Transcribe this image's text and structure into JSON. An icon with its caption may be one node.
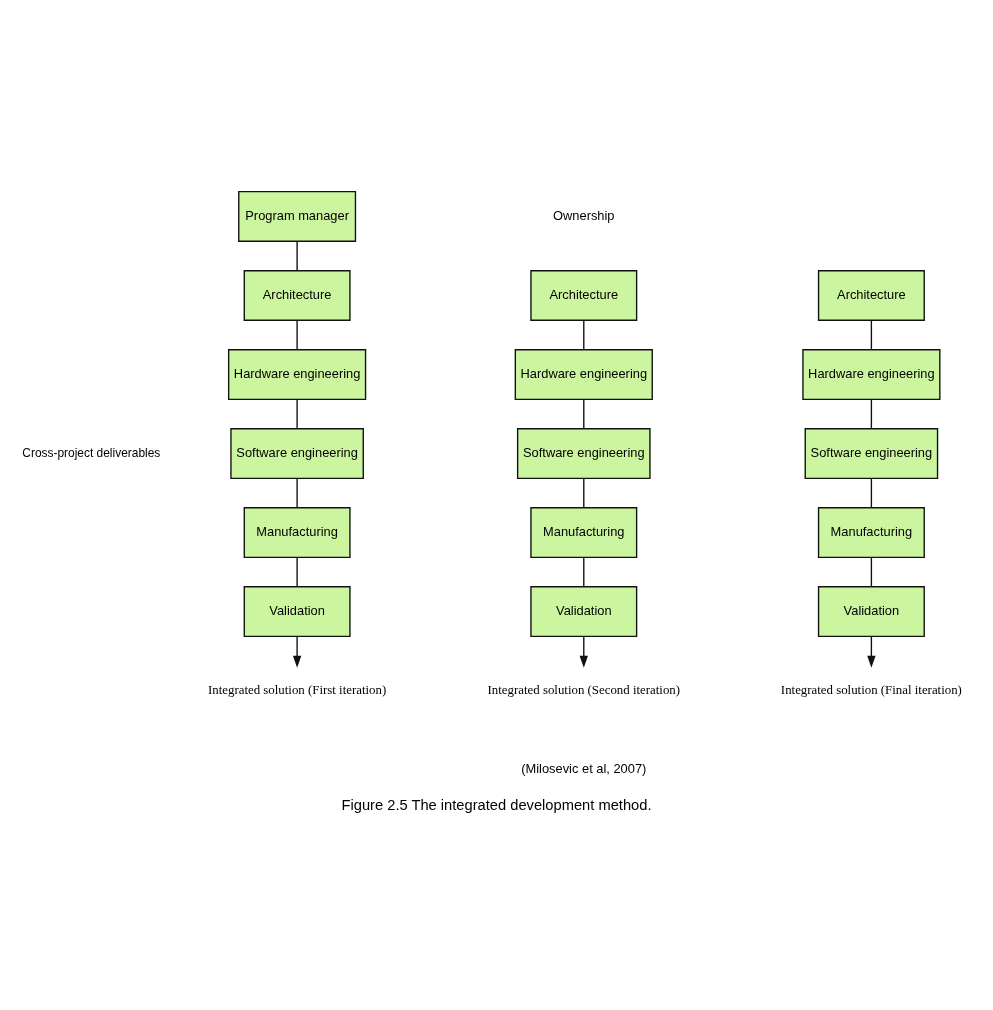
{
  "diagram": {
    "caption": "Figure 2.5 The integrated development method.",
    "nodes": [
      {
        "text": [
          "Program manager"
        ]
      },
      {
        "text": [
          "Architecture"
        ]
      },
      {
        "text": [
          "Hardware engineering"
        ]
      },
      {
        "text": [
          "Software engineering"
        ]
      },
      {
        "text": [
          "Manufacturing"
        ]
      },
      {
        "text": [
          "Validation"
        ]
      },
      {
        "text": [
          "Integrated solution (First iteration)"
        ]
      },
      {
        "text": [
          "Architecture"
        ]
      },
      {
        "text": [
          "Hardware engineering"
        ]
      },
      {
        "text": [
          "Software engineering"
        ]
      },
      {
        "text": [
          "Manufacturing"
        ]
      },
      {
        "text": [
          "Validation"
        ]
      },
      {
        "text": [
          "Integrated solution (Second iteration)"
        ]
      },
      {
        "text": [
          "Architecture"
        ]
      },
      {
        "text": [
          "Hardware engineering"
        ]
      },
      {
        "text": [
          "Software engineering"
        ]
      },
      {
        "text": [
          "Manufacturing"
        ]
      },
      {
        "text": [
          "Validation"
        ]
      },
      {
        "text": [
          "Integrated solution (Final iteration)"
        ]
      }
    ],
    "edges": [
      {
        "from": 0,
        "to": 1,
        "arrow": "none"
      },
      {
        "from": 1,
        "to": 2,
        "arrow": "none"
      },
      {
        "from": 2,
        "to": 3,
        "arrow": "none"
      },
      {
        "from": 3,
        "to": 4,
        "arrow": "none"
      },
      {
        "from": 4,
        "to": 5,
        "arrow": "none"
      },
      {
        "from": 5,
        "to": 6,
        "arrow": "to"
      },
      {
        "from": 7,
        "to": 8,
        "arrow": "none"
      },
      {
        "from": 8,
        "to": 9,
        "arrow": "none"
      },
      {
        "from": 9,
        "to": 10,
        "arrow": "none"
      },
      {
        "from": 10,
        "to": 11,
        "arrow": "none"
      },
      {
        "from": 11,
        "to": 12,
        "arrow": "to"
      },
      {
        "from": 13,
        "to": 14,
        "arrow": "none"
      },
      {
        "from": 14,
        "to": 15,
        "arrow": "none"
      },
      {
        "from": 15,
        "to": 16,
        "arrow": "none"
      },
      {
        "from": 16,
        "to": 17,
        "arrow": "none"
      },
      {
        "from": 17,
        "to": 18,
        "arrow": "to"
      }
    ],
    "labels": [
      "Ownership",
      "Cross-project deliverables",
      "(Milosevic et al, 2007)"
    ]
  }
}
